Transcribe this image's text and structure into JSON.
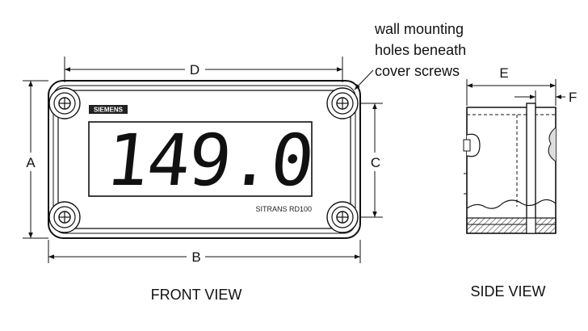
{
  "labels": {
    "dim_a": "A",
    "dim_b": "B",
    "dim_c": "C",
    "dim_d": "D",
    "dim_e": "E",
    "dim_f": "F"
  },
  "note": {
    "line1": "wall mounting",
    "line2": "holes beneath",
    "line3": "cover screws"
  },
  "device": {
    "brand": "SIEMENS",
    "display_value": "149.0",
    "model": "SITRANS RD100"
  },
  "views": {
    "front": "FRONT VIEW",
    "side": "SIDE VIEW"
  }
}
